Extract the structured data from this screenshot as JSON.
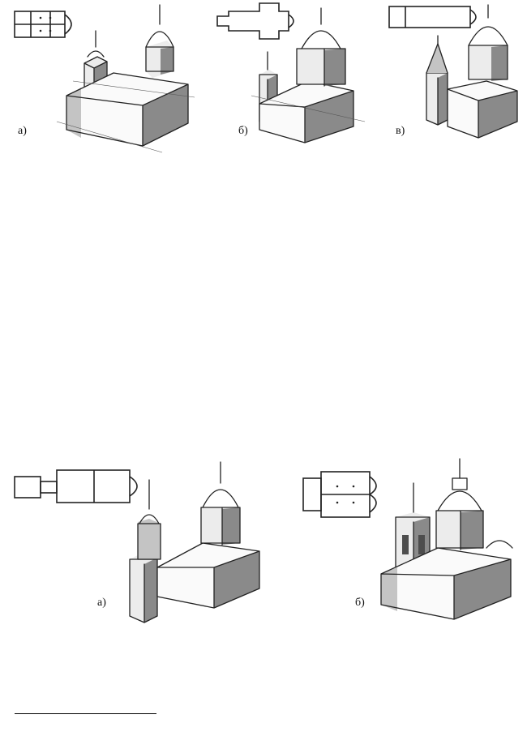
{
  "figure_top": {
    "labels": [
      "а)",
      "б)",
      "в)"
    ]
  },
  "figure_bottom": {
    "labels": [
      "а)",
      "б)"
    ]
  },
  "drawing_icons": {
    "top_a": "church-sketch-basilica-icon",
    "top_b": "church-sketch-cruciform-icon",
    "top_c": "church-sketch-hall-icon",
    "bottom_a": "church-sketch-longitudinal-icon",
    "bottom_b": "church-sketch-centric-icon"
  }
}
